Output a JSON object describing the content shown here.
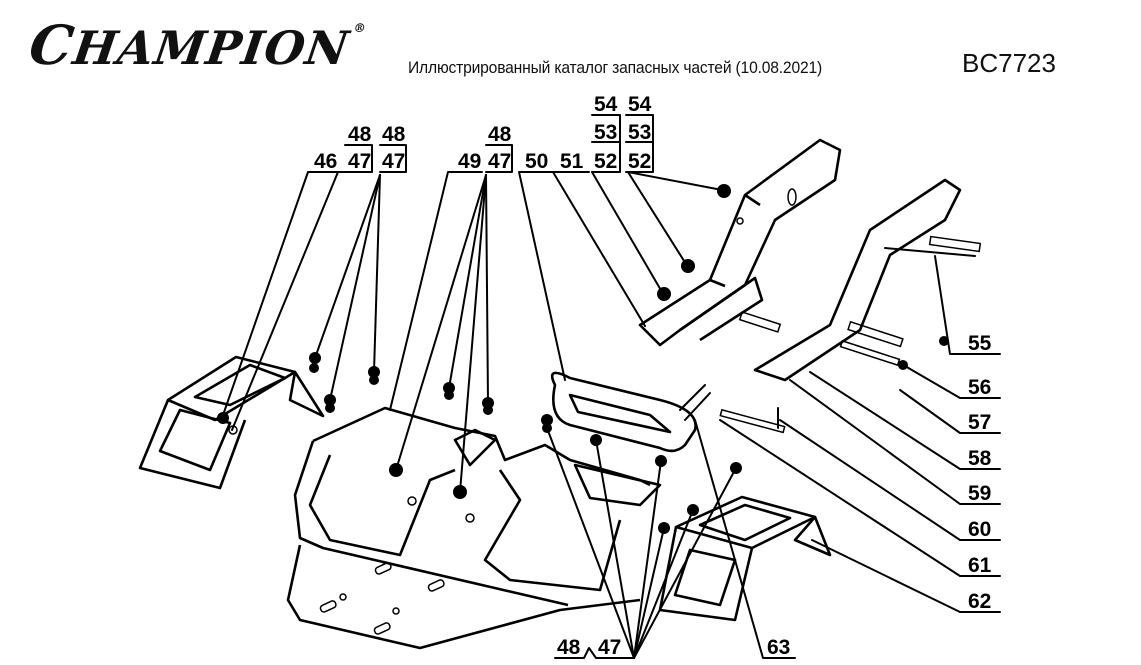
{
  "header": {
    "logo_text": "CHAMPION",
    "logo_first": "C",
    "logo_rest": "HAMPION",
    "registered_mark": "®",
    "subtitle": "Иллюстрированный каталог запасных частей (10.08.2021)",
    "model": "BC7723"
  },
  "callouts": {
    "c46": "46",
    "c47a": "47",
    "c48a": "48",
    "c47b": "47",
    "c48b": "48",
    "c49": "49",
    "c47c": "47",
    "c48c": "48",
    "c50": "50",
    "c51": "51",
    "c52a": "52",
    "c53a": "53",
    "c54a": "54",
    "c52b": "52",
    "c53b": "53",
    "c54b": "54",
    "c55": "55",
    "c56": "56",
    "c57": "57",
    "c58": "58",
    "c59": "59",
    "c60": "60",
    "c61": "61",
    "c62": "62",
    "c63": "63",
    "c48d": "48",
    "c47d": "47"
  }
}
